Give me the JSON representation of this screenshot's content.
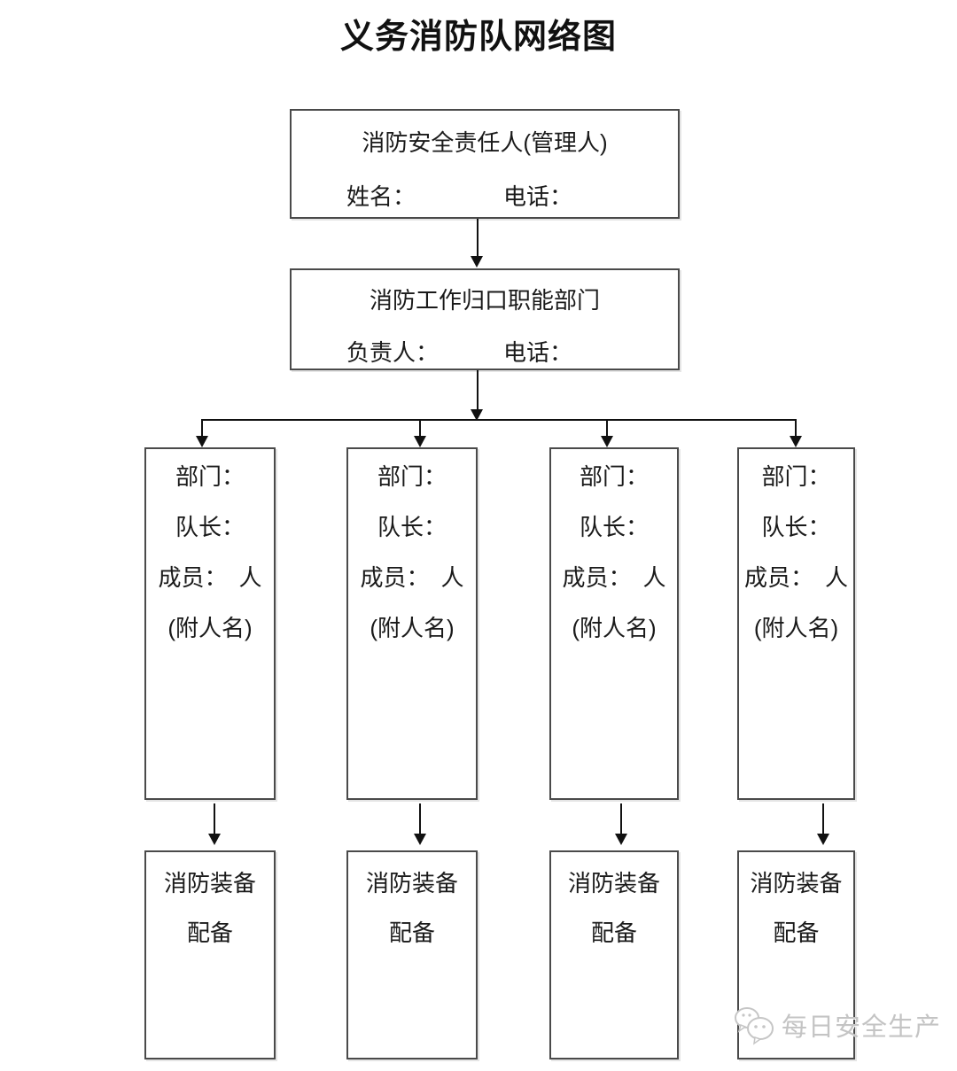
{
  "title": "义务消防队网络图",
  "top_box": {
    "title": "消防安全责任人(管理人)",
    "name_label": "姓名：",
    "phone_label": "电话："
  },
  "dept_box": {
    "title": "消防工作归口职能部门",
    "leader_label": "负责人：",
    "phone_label": "电话："
  },
  "team_boxes": [
    {
      "lines": [
        "部门：",
        "队长：",
        "成员：　人",
        "(附人名)"
      ]
    },
    {
      "lines": [
        "部门：",
        "队长：",
        "成员：　人",
        "(附人名)"
      ]
    },
    {
      "lines": [
        "部门：",
        "队长：",
        "成员：　人",
        "(附人名)"
      ]
    },
    {
      "lines": [
        "部门：",
        "队长：",
        "成员：　人",
        "(附人名)"
      ]
    }
  ],
  "equipment_boxes": [
    {
      "lines": [
        "消防装备",
        "配备"
      ]
    },
    {
      "lines": [
        "消防装备",
        "配备"
      ]
    },
    {
      "lines": [
        "消防装备",
        "配备"
      ]
    },
    {
      "lines": [
        "消防装备",
        "配备"
      ]
    }
  ],
  "watermark": {
    "text": "每日安全生产",
    "icon": "wechat-bubbles-icon"
  },
  "colors": {
    "text": "#1a1a1a",
    "box_border": "#4a4a4a",
    "connector": "#111111",
    "watermark": "#c4c4c4",
    "background": "#ffffff"
  }
}
